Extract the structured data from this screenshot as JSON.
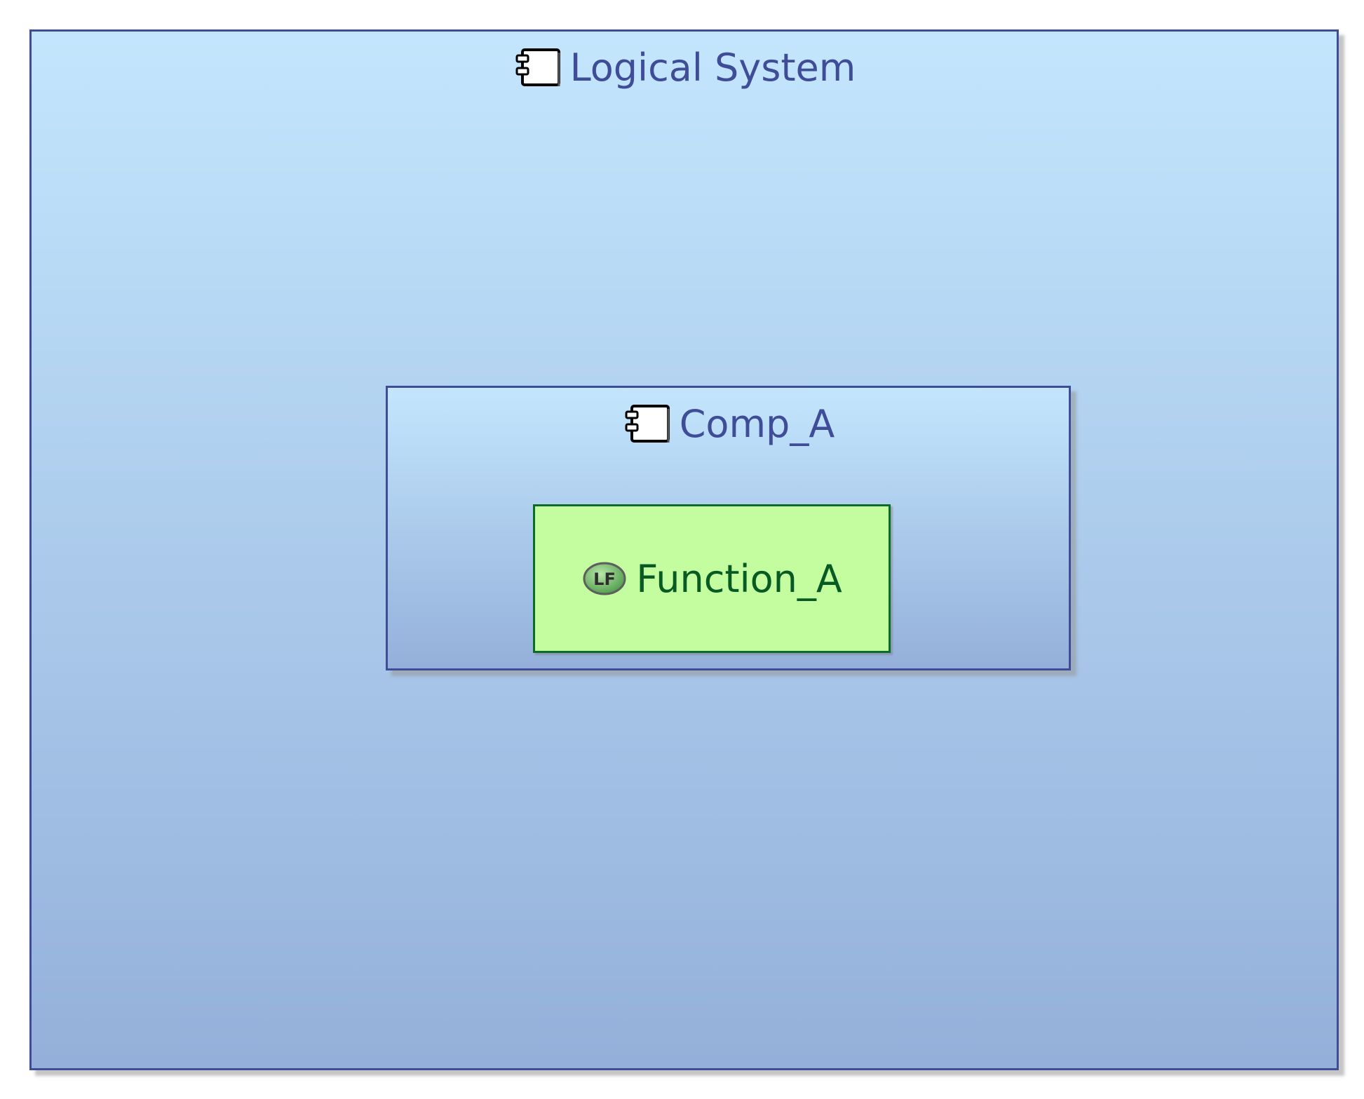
{
  "diagram": {
    "logical_system": {
      "label": "Logical System",
      "icon": "component-icon"
    },
    "component": {
      "label": "Comp_A",
      "icon": "component-icon"
    },
    "function": {
      "label": "Function_A",
      "icon": "logical-function-icon",
      "icon_text": "LF"
    }
  },
  "colors": {
    "container_border": "#3f4d99",
    "container_gradient_top": "#c3e6fd",
    "container_gradient_bottom": "#94b0da",
    "function_fill": "#c4fca0",
    "function_border": "#0b6b28",
    "function_text": "#075a22"
  }
}
